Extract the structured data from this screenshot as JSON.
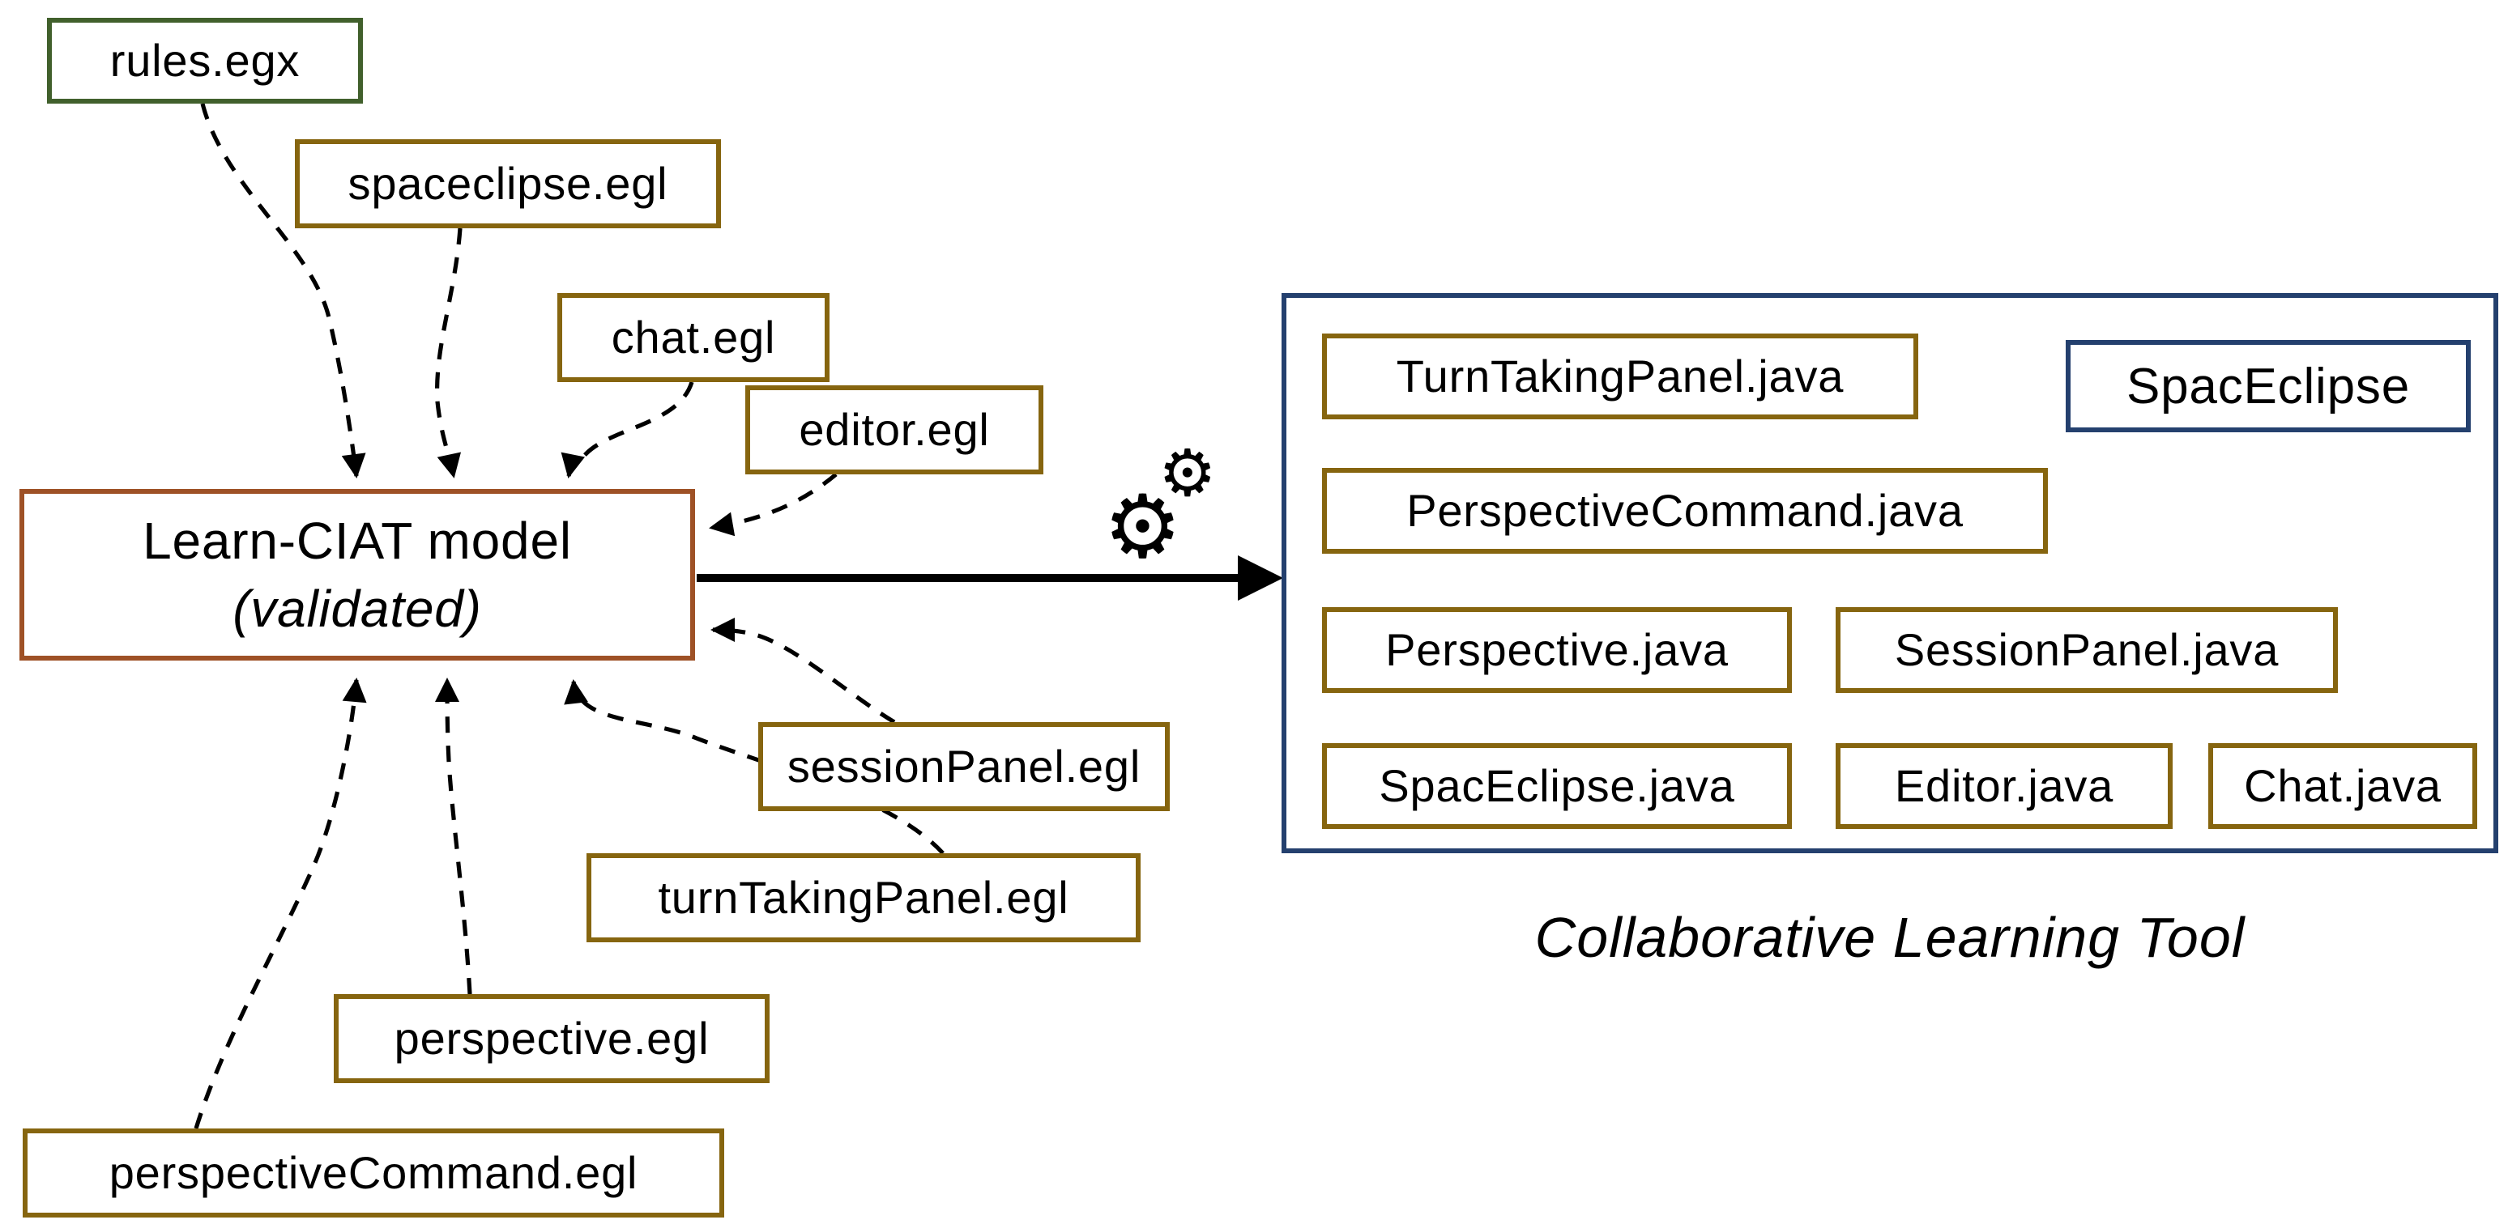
{
  "colors": {
    "bg": "#FFFFFF",
    "text": "#000000",
    "line": "#000000",
    "gold-border": "#86650F",
    "green-border": "#41602C",
    "brown-border": "#9E5126",
    "navy-border": "#24406E"
  },
  "model": {
    "title": "Learn-CIAT model",
    "subtitle": "(validated)"
  },
  "egx": {
    "rules": "rules.egx"
  },
  "egl": {
    "spaceclipse": "spaceclipse.egl",
    "chat": "chat.egl",
    "editor": "editor.egl",
    "sessionPanel": "sessionPanel.egl",
    "turnTakingPanel": "turnTakingPanel.egl",
    "perspective": "perspective.egl",
    "perspectiveCommand": "perspectiveCommand.egl"
  },
  "tool": {
    "name": "SpacEclipse",
    "caption": "Collaborative Learning Tool",
    "java": {
      "turnTakingPanel": "TurnTakingPanel.java",
      "perspectiveCommand": "PerspectiveCommand.java",
      "perspective": "Perspective.java",
      "sessionPanel": "SessionPanel.java",
      "spacEclipse": "SpacEclipse.java",
      "editor": "Editor.java",
      "chat": "Chat.java"
    }
  },
  "icons": {
    "gear_glyph": "⚙"
  }
}
